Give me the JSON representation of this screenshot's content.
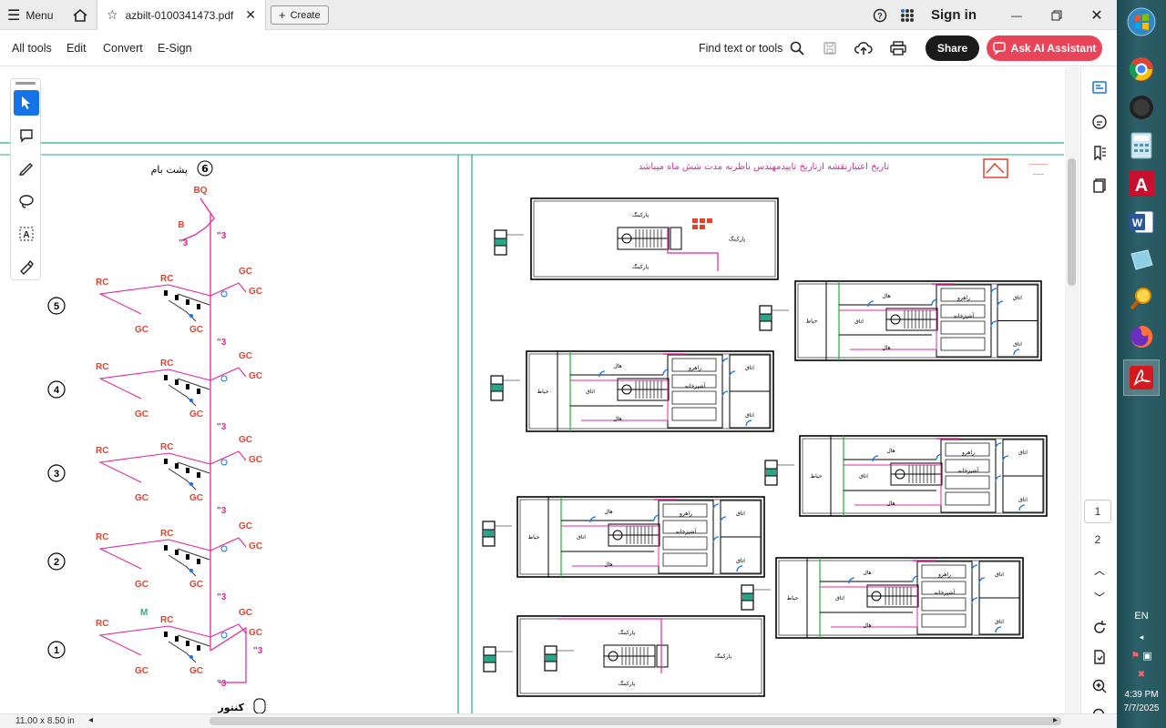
{
  "titlebar": {
    "menu_label": "Menu",
    "tab_title": "azbilt-0100341473.pdf",
    "create_label": "Create",
    "signin_label": "Sign in"
  },
  "toolbar": {
    "items": [
      "All tools",
      "Edit",
      "Convert",
      "E-Sign"
    ],
    "find_label": "Find text or tools",
    "share_label": "Share",
    "ai_label": "Ask AI Assistant"
  },
  "document": {
    "page_size": "11.00 x 8.50 in",
    "note_top": "تاریخ اعتبارنقشه ازتاریخ تاییدمهندس ناظربه مدت شش ماه میباشد",
    "roof_label": "پشت بام",
    "roof_number": "6",
    "meter_label": "کنتور",
    "floor_numbers": [
      "5",
      "4",
      "3",
      "2",
      "1"
    ],
    "riser_labels": {
      "top": "BQ",
      "b": "B",
      "gc": "GC",
      "rc": "RC",
      "three": "3",
      "m": "M"
    },
    "plan_labels": {
      "parking": "پارکینگ",
      "hall": "هال",
      "room": "اتاق",
      "yard": "حیاط",
      "kitchen": "آشپزخانه",
      "corridor": "راهرو"
    }
  },
  "pages": {
    "current": "1",
    "other": "2"
  },
  "taskbar": {
    "lang": "EN",
    "time": "4:39 PM",
    "date": "7/7/2025"
  },
  "colors": {
    "accent_blue": "#1473e6",
    "ai_red": "#e8455a",
    "gas_line": "#e0289e",
    "pipe_red": "#e0432f",
    "border_teal": "#2aa88a"
  }
}
